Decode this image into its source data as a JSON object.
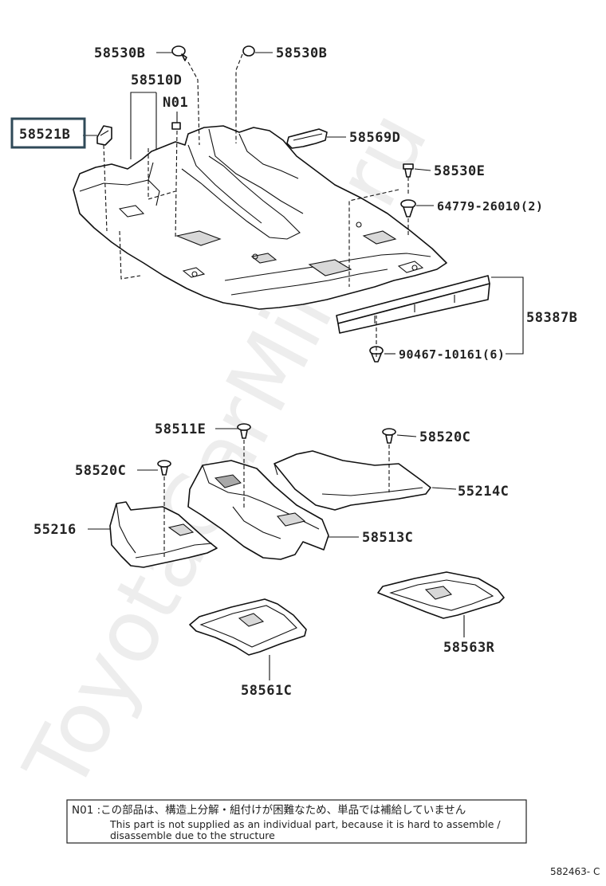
{
  "watermark": "ToyotaCarMine.ru",
  "callouts": {
    "c58530B_left": "58530B",
    "c58530B_right": "58530B",
    "c58510D": "58510D",
    "cN01": "N01",
    "c58521B": "58521B",
    "c58569D": "58569D",
    "c58530E": "58530E",
    "c64779": "64779-26010(2)",
    "c58387B": "58387B",
    "c90467": "90467-10161(6)",
    "c58511E": "58511E",
    "c58520C_right": "58520C",
    "c58520C_left": "58520C",
    "c55214C": "55214C",
    "c55216": "55216",
    "c58513C": "58513C",
    "c58563R": "58563R",
    "c58561C": "58561C"
  },
  "highlight_color": "#2f4a58",
  "note": {
    "jp": "N01 :この部品は、構造上分解・組付けが困難なため、単品では補給していません",
    "en1": "This part is not supplied as an individual part, because it is hard to assemble /",
    "en2": "disassemble due to the structure"
  },
  "ref_code": "582463- C"
}
